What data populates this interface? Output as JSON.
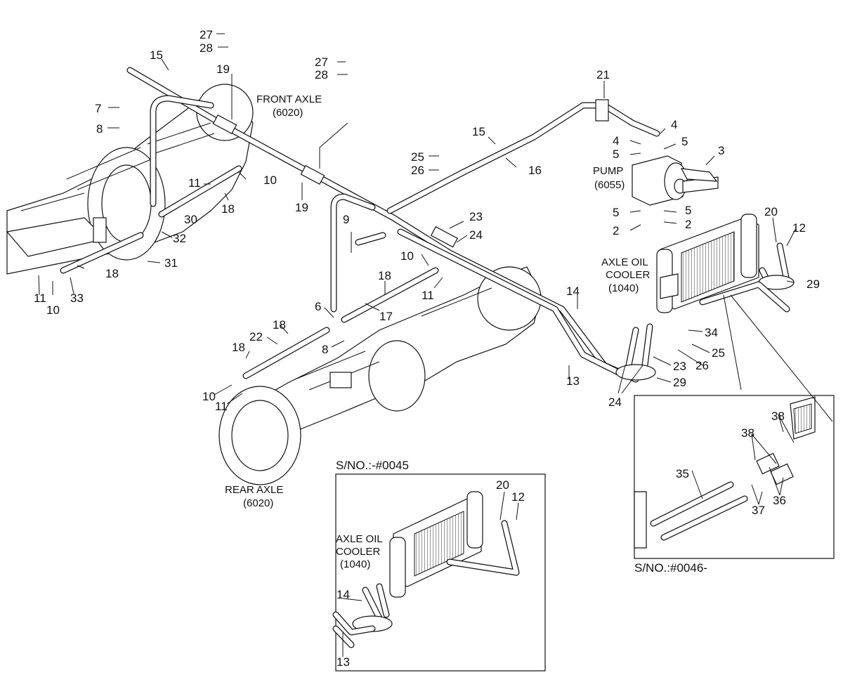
{
  "assemblies": {
    "front_axle": {
      "name": "FRONT AXLE",
      "code": "(6020)"
    },
    "rear_axle": {
      "name": "REAR AXLE",
      "code": "(6020)"
    },
    "pump": {
      "name": "PUMP",
      "code": "(6055)"
    },
    "axle_oil_cooler": {
      "line1": "AXLE OIL",
      "line2": "COOLER",
      "code": "(1040)"
    }
  },
  "insets": {
    "early": {
      "serial": "S/NO.:-#0045",
      "cooler_line1": "AXLE OIL",
      "cooler_line2": "COOLER",
      "cooler_code": "(1040)"
    },
    "late": {
      "serial": "S/NO.:#0046-"
    }
  },
  "callouts": [
    "27",
    "28",
    "15",
    "19",
    "7",
    "8",
    "11",
    "18",
    "30",
    "10",
    "32",
    "31",
    "33",
    "10",
    "11",
    "18",
    "27",
    "28",
    "19",
    "21",
    "4",
    "5",
    "3",
    "4",
    "5",
    "5",
    "5",
    "2",
    "2",
    "25",
    "26",
    "15",
    "16",
    "23",
    "24",
    "9",
    "10",
    "11",
    "18",
    "17",
    "6",
    "8",
    "18",
    "22",
    "18",
    "10",
    "11",
    "14",
    "13",
    "20",
    "12",
    "29",
    "34",
    "25",
    "26",
    "23",
    "29",
    "24",
    "38",
    "38",
    "35",
    "37",
    "36",
    "20",
    "12",
    "14",
    "13"
  ]
}
